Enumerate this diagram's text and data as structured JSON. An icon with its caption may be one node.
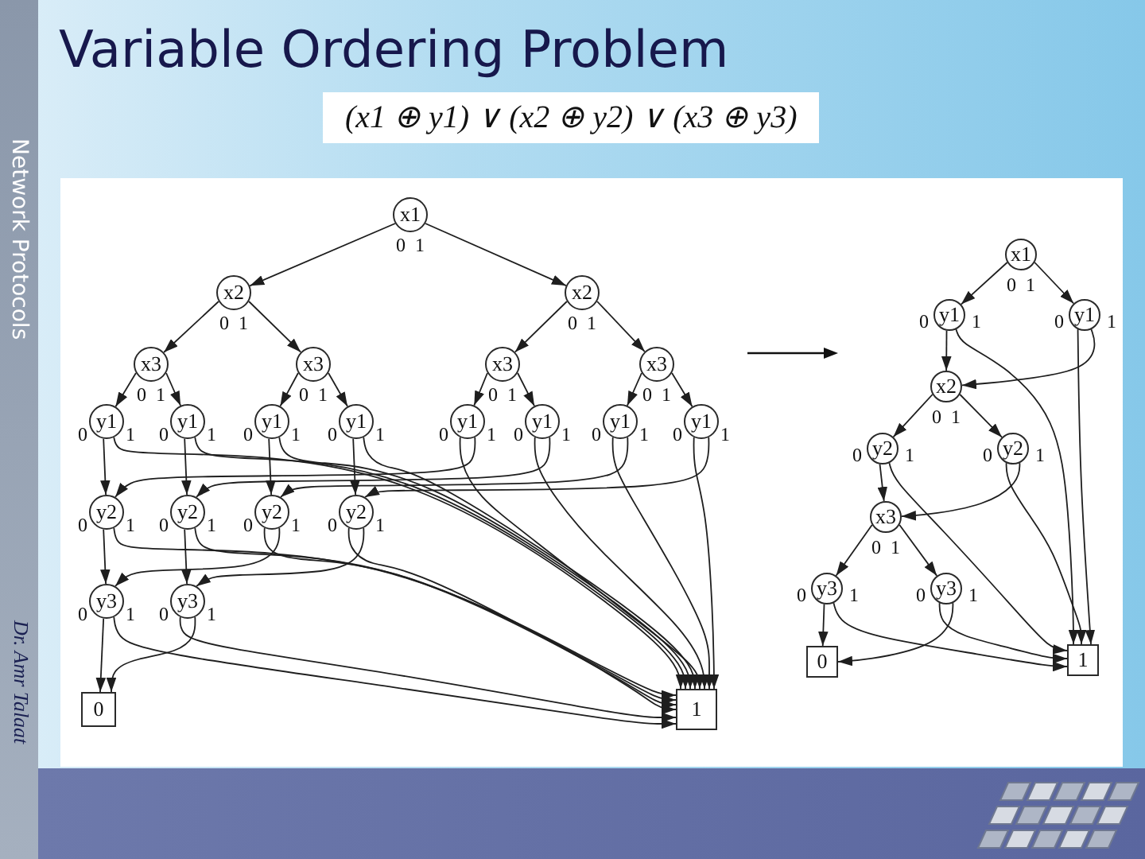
{
  "diagram": {
    "title": "Variable Ordering Problem",
    "nodes": [
      {
        "text": [
          "x1"
        ]
      },
      {
        "text": [
          "x2"
        ]
      },
      {
        "text": [
          "x2"
        ]
      },
      {
        "text": [
          "x3"
        ]
      },
      {
        "text": [
          "x3"
        ]
      },
      {
        "text": [
          "x3"
        ]
      },
      {
        "text": [
          "x3"
        ]
      },
      {
        "text": [
          "y1"
        ]
      },
      {
        "text": [
          "y1"
        ]
      },
      {
        "text": [
          "y1"
        ]
      },
      {
        "text": [
          "y1"
        ]
      },
      {
        "text": [
          "y1"
        ]
      },
      {
        "text": [
          "y1"
        ]
      },
      {
        "text": [
          "y1"
        ]
      },
      {
        "text": [
          "y1"
        ]
      },
      {
        "text": [
          "y2"
        ]
      },
      {
        "text": [
          "y2"
        ]
      },
      {
        "text": [
          "y2"
        ]
      },
      {
        "text": [
          "y2"
        ]
      },
      {
        "text": [
          "y3"
        ]
      },
      {
        "text": [
          "y3"
        ]
      },
      {
        "text": [
          "0"
        ]
      },
      {
        "text": [
          "1"
        ]
      },
      {
        "text": [
          "x1"
        ]
      },
      {
        "text": [
          "y1"
        ]
      },
      {
        "text": [
          "y1"
        ]
      },
      {
        "text": [
          "x2"
        ]
      },
      {
        "text": [
          "y2"
        ]
      },
      {
        "text": [
          "y2"
        ]
      },
      {
        "text": [
          "x3"
        ]
      },
      {
        "text": [
          "y3"
        ]
      },
      {
        "text": [
          "y3"
        ]
      },
      {
        "text": [
          "0"
        ]
      },
      {
        "text": [
          "1"
        ]
      }
    ],
    "edges": [
      {
        "from": 0,
        "to": 1,
        "label": "0",
        "arrow": "to"
      },
      {
        "from": 0,
        "to": 2,
        "label": "1",
        "arrow": "to"
      },
      {
        "from": 1,
        "to": 3,
        "label": "0",
        "arrow": "to"
      },
      {
        "from": 1,
        "to": 4,
        "label": "1",
        "arrow": "to"
      },
      {
        "from": 2,
        "to": 5,
        "label": "0",
        "arrow": "to"
      },
      {
        "from": 2,
        "to": 6,
        "label": "1",
        "arrow": "to"
      },
      {
        "from": 3,
        "to": 7,
        "label": "0",
        "arrow": "to"
      },
      {
        "from": 3,
        "to": 8,
        "label": "1",
        "arrow": "to"
      },
      {
        "from": 4,
        "to": 9,
        "label": "0",
        "arrow": "to"
      },
      {
        "from": 4,
        "to": 10,
        "label": "1",
        "arrow": "to"
      },
      {
        "from": 5,
        "to": 11,
        "label": "0",
        "arrow": "to"
      },
      {
        "from": 5,
        "to": 12,
        "label": "1",
        "arrow": "to"
      },
      {
        "from": 6,
        "to": 13,
        "label": "0",
        "arrow": "to"
      },
      {
        "from": 6,
        "to": 14,
        "label": "1",
        "arrow": "to"
      },
      {
        "from": 7,
        "to": 15,
        "label": "0",
        "arrow": "to"
      },
      {
        "from": 7,
        "to": 22,
        "label": "1",
        "arrow": "to"
      },
      {
        "from": 8,
        "to": 16,
        "label": "0",
        "arrow": "to"
      },
      {
        "from": 8,
        "to": 22,
        "label": "1",
        "arrow": "to"
      },
      {
        "from": 9,
        "to": 17,
        "label": "0",
        "arrow": "to"
      },
      {
        "from": 9,
        "to": 22,
        "label": "1",
        "arrow": "to"
      },
      {
        "from": 10,
        "to": 18,
        "label": "0",
        "arrow": "to"
      },
      {
        "from": 10,
        "to": 22,
        "label": "1",
        "arrow": "to"
      },
      {
        "from": 11,
        "to": 22,
        "label": "0",
        "arrow": "to"
      },
      {
        "from": 11,
        "to": 15,
        "label": "1",
        "arrow": "to"
      },
      {
        "from": 12,
        "to": 22,
        "label": "0",
        "arrow": "to"
      },
      {
        "from": 12,
        "to": 16,
        "label": "1",
        "arrow": "to"
      },
      {
        "from": 13,
        "to": 22,
        "label": "0",
        "arrow": "to"
      },
      {
        "from": 13,
        "to": 17,
        "label": "1",
        "arrow": "to"
      },
      {
        "from": 14,
        "to": 22,
        "label": "0",
        "arrow": "to"
      },
      {
        "from": 14,
        "to": 18,
        "label": "1",
        "arrow": "to"
      },
      {
        "from": 15,
        "to": 19,
        "label": "0",
        "arrow": "to"
      },
      {
        "from": 15,
        "to": 22,
        "label": "1",
        "arrow": "to"
      },
      {
        "from": 16,
        "to": 20,
        "label": "0",
        "arrow": "to"
      },
      {
        "from": 16,
        "to": 22,
        "label": "1",
        "arrow": "to"
      },
      {
        "from": 17,
        "to": 22,
        "label": "0",
        "arrow": "to"
      },
      {
        "from": 17,
        "to": 19,
        "label": "1",
        "arrow": "to"
      },
      {
        "from": 18,
        "to": 22,
        "label": "0",
        "arrow": "to"
      },
      {
        "from": 18,
        "to": 20,
        "label": "1",
        "arrow": "to"
      },
      {
        "from": 19,
        "to": 21,
        "label": "0",
        "arrow": "to"
      },
      {
        "from": 19,
        "to": 22,
        "label": "1",
        "arrow": "to"
      },
      {
        "from": 20,
        "to": 22,
        "label": "0",
        "arrow": "to"
      },
      {
        "from": 20,
        "to": 21,
        "label": "1",
        "arrow": "to"
      },
      {
        "from": 23,
        "to": 24,
        "label": "0",
        "arrow": "to"
      },
      {
        "from": 23,
        "to": 25,
        "label": "1",
        "arrow": "to"
      },
      {
        "from": 24,
        "to": 26,
        "label": "0",
        "arrow": "to"
      },
      {
        "from": 24,
        "to": 33,
        "label": "1",
        "arrow": "to"
      },
      {
        "from": 25,
        "to": 33,
        "label": "0",
        "arrow": "to"
      },
      {
        "from": 25,
        "to": 26,
        "label": "1",
        "arrow": "to"
      },
      {
        "from": 26,
        "to": 27,
        "label": "0",
        "arrow": "to"
      },
      {
        "from": 26,
        "to": 28,
        "label": "1",
        "arrow": "to"
      },
      {
        "from": 27,
        "to": 29,
        "label": "0",
        "arrow": "to"
      },
      {
        "from": 27,
        "to": 33,
        "label": "1",
        "arrow": "to"
      },
      {
        "from": 28,
        "to": 33,
        "label": "0",
        "arrow": "to"
      },
      {
        "from": 28,
        "to": 29,
        "label": "1",
        "arrow": "to"
      },
      {
        "from": 29,
        "to": 30,
        "label": "0",
        "arrow": "to"
      },
      {
        "from": 29,
        "to": 31,
        "label": "1",
        "arrow": "to"
      },
      {
        "from": 30,
        "to": 32,
        "label": "0",
        "arrow": "to"
      },
      {
        "from": 30,
        "to": 33,
        "label": "1",
        "arrow": "to"
      },
      {
        "from": 31,
        "to": 33,
        "label": "0",
        "arrow": "to"
      },
      {
        "from": 31,
        "to": 32,
        "label": "1",
        "arrow": "to"
      }
    ],
    "labels": [
      "(x1 ⊕ y1) ∨ (x2 ⊕ y2) ∨ (x3 ⊕ y3)",
      "Network Protocols",
      "Dr. Amr Talaat"
    ]
  }
}
